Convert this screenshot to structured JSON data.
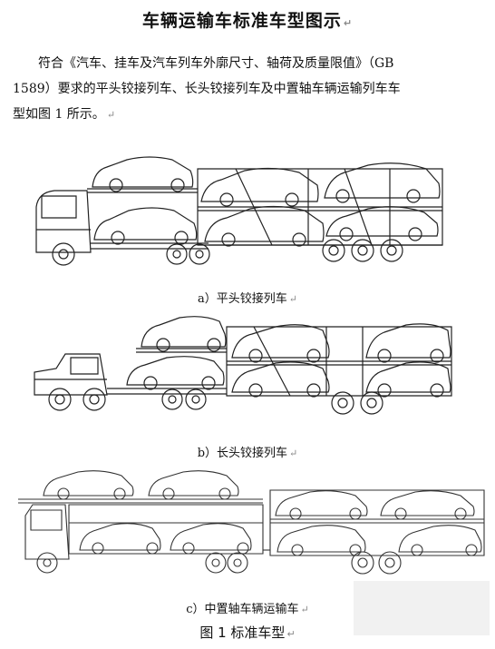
{
  "document": {
    "title": "车辆运输车标准车型图示",
    "paragraph_mark": "↵",
    "paragraph": {
      "line1": "符合《汽车、挂车及汽车列车外廓尺寸、轴荷及质量限值》（GB",
      "line2": "1589）要求的平头铰接列车、长头铰接列车及中置轴车辆运输列车车",
      "line3": "型如图 1 所示。"
    },
    "captions": {
      "a": "a）平头铰接列车",
      "b": "b）长头铰接列车",
      "c": "c）中置轴车辆运输车"
    },
    "figure_title": "图 1  标准车型",
    "figure_a_plate_text": "",
    "figure_c_side_text": ""
  }
}
